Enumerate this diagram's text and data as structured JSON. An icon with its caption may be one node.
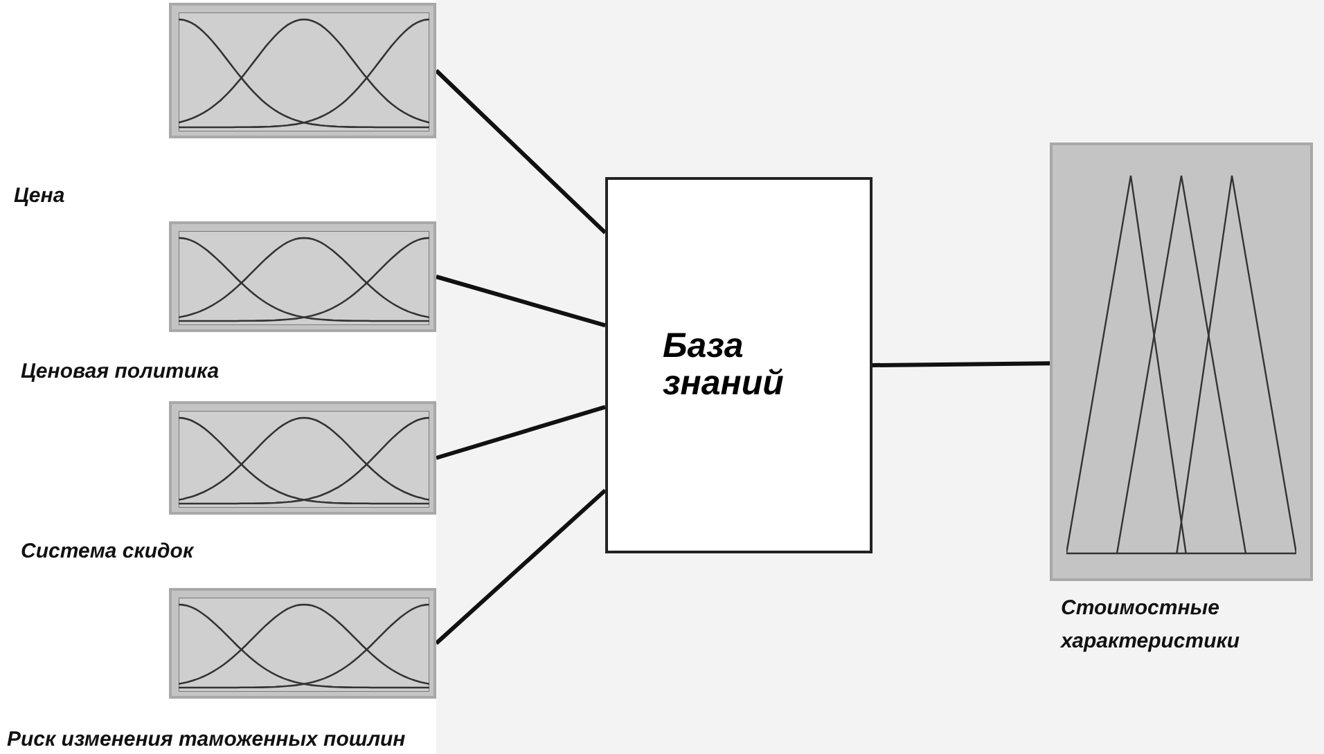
{
  "diagram": {
    "nodes": [
      {
        "text": [],
        "shape": "picture"
      },
      {
        "text": [],
        "shape": "picture",
        "beside": [
          "Ценовая политика"
        ]
      },
      {
        "text": [],
        "shape": "picture",
        "beside": [
          "Система скидок"
        ]
      },
      {
        "text": [],
        "shape": "picture",
        "beside": [
          "Риск изменения таможенных пошлин"
        ]
      },
      {
        "text": [
          "База знаний"
        ]
      },
      {
        "text": [],
        "shape": "picture",
        "beside": [
          "Стоимостные характеристики"
        ]
      }
    ],
    "edges": [
      {
        "from": 0,
        "to": 4,
        "arrow": "none"
      },
      {
        "from": 1,
        "to": 4,
        "arrow": "none"
      },
      {
        "from": 2,
        "to": 4,
        "arrow": "none"
      },
      {
        "from": 3,
        "to": 4,
        "arrow": "none"
      },
      {
        "from": 4,
        "to": 5,
        "arrow": "none"
      }
    ],
    "labels": [
      "Цена"
    ]
  }
}
